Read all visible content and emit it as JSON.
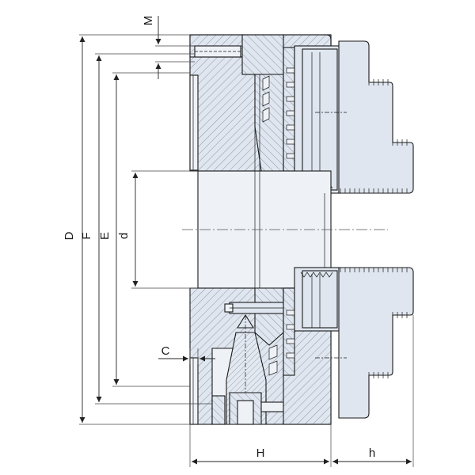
{
  "drawing": {
    "labels": {
      "D": "D",
      "F": "F",
      "E": "E",
      "d": "d",
      "M": "M",
      "C": "C",
      "H": "H",
      "h": "h"
    },
    "colors": {
      "body_fill": "#dfe6ef",
      "bore_fill": "#eef2f7",
      "hatch": "#6b7380",
      "outline": "#1a1a1a"
    }
  }
}
